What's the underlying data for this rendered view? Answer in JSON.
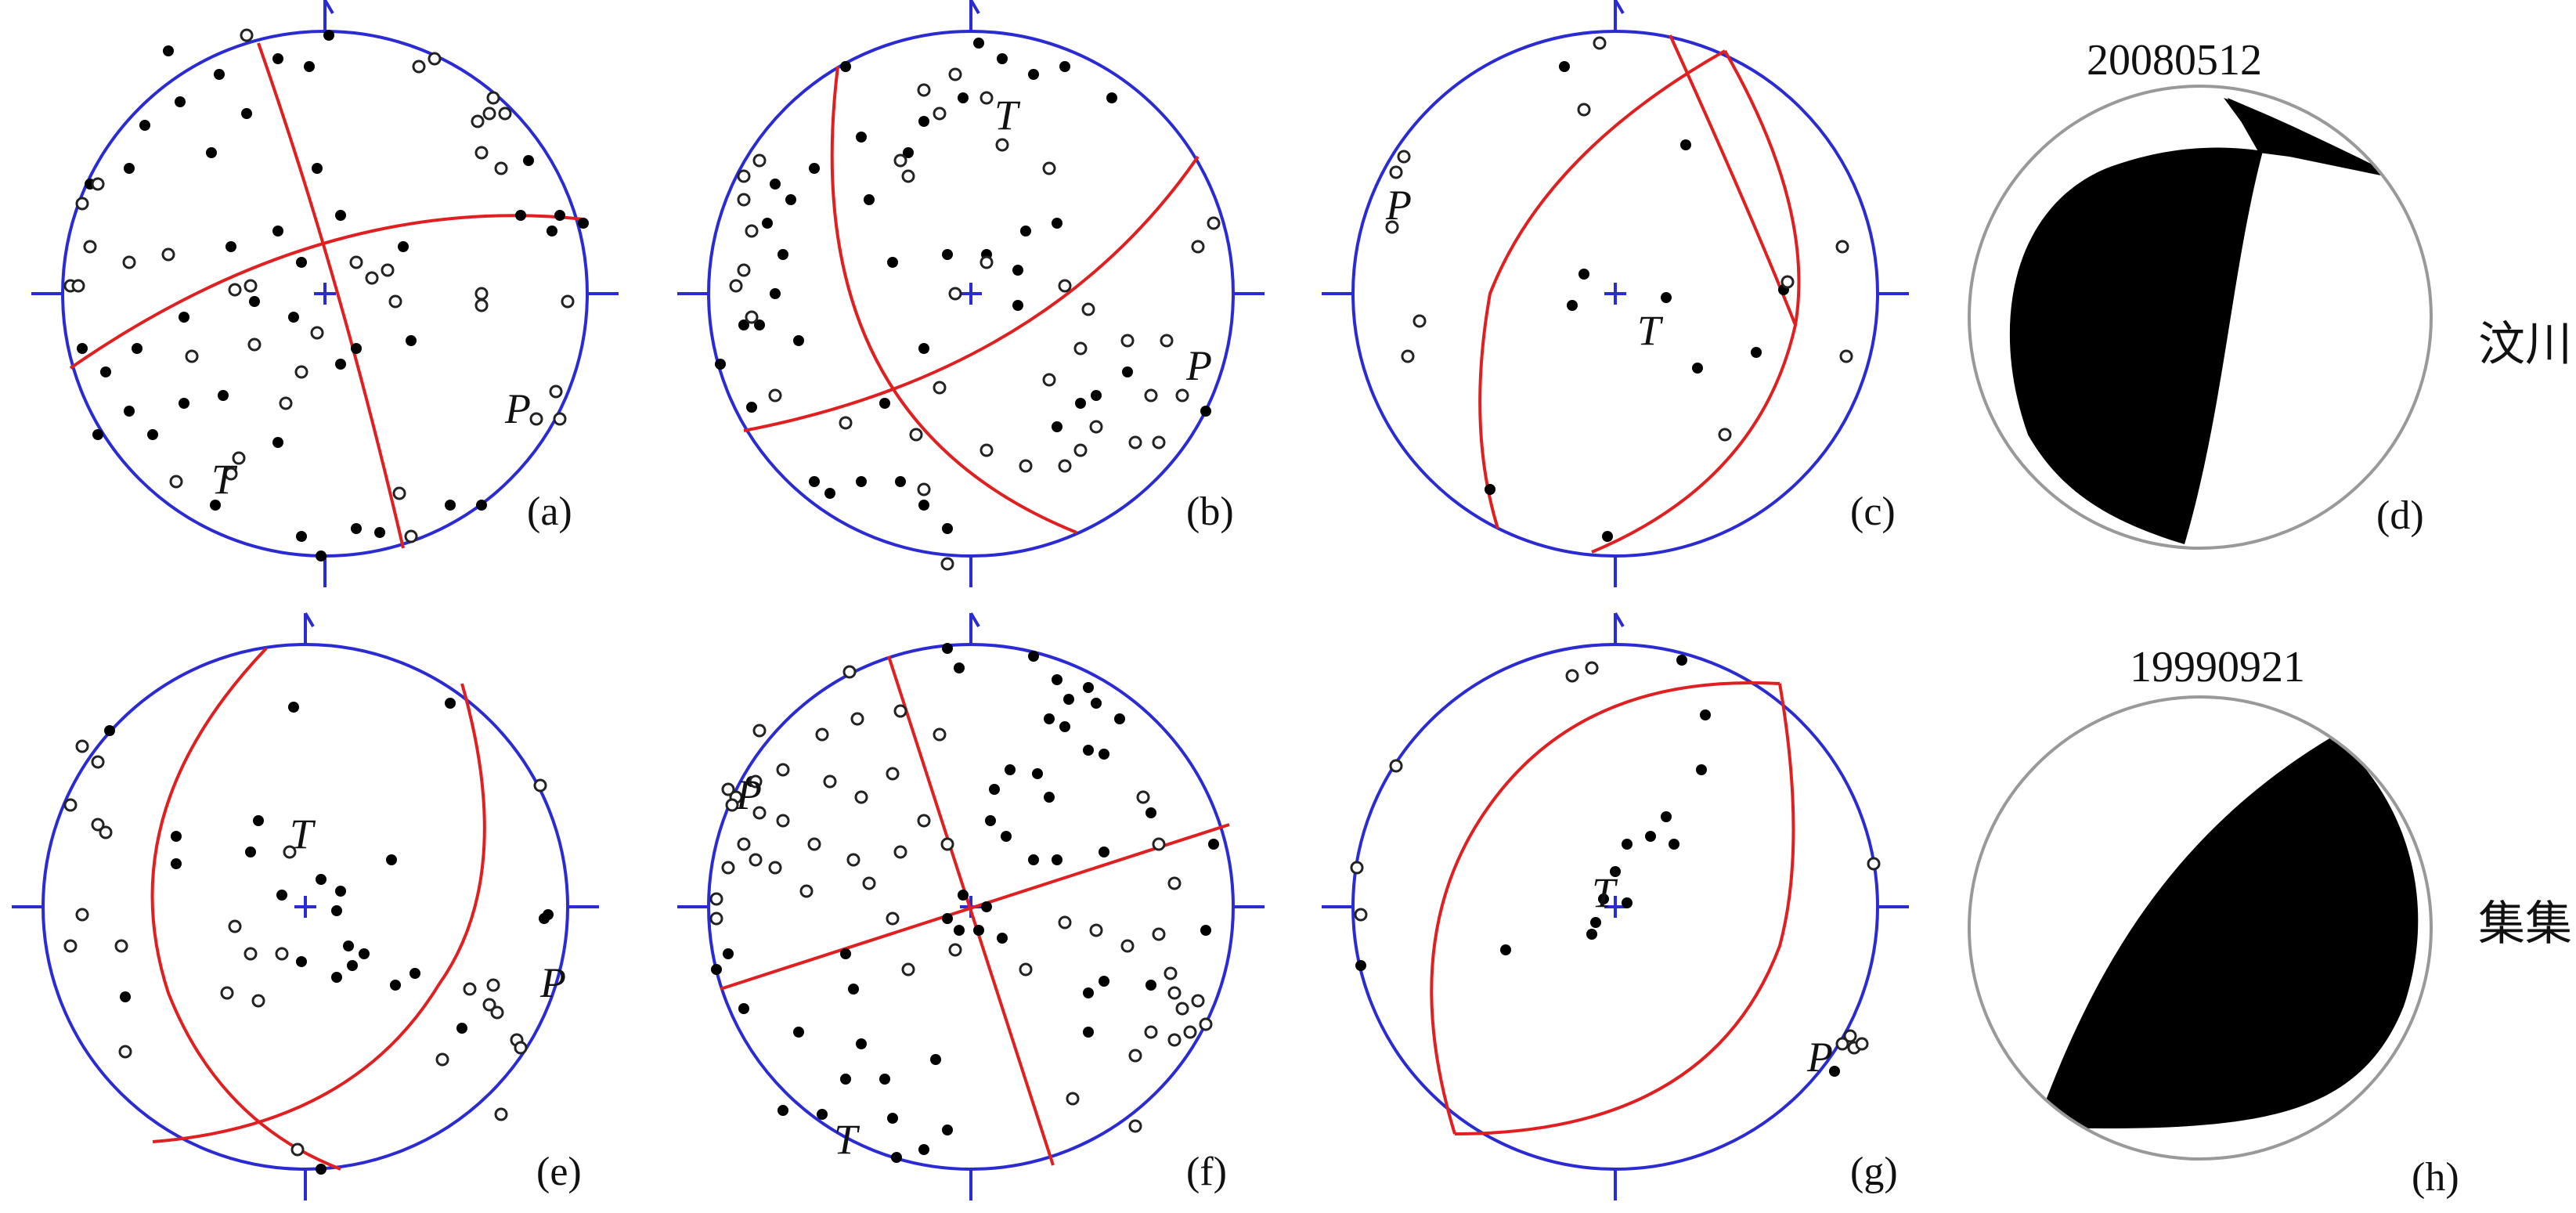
{
  "colors": {
    "net": "#2b2bd4",
    "plane": "#e02020",
    "beachball_outline": "#999999",
    "compression": "#000000",
    "dilatation_fill": "#ffffff",
    "dot": "#000000"
  },
  "panels": [
    {
      "id": "a",
      "label": "(a)",
      "P_label": "P",
      "T_label": "T",
      "north_label": "N"
    },
    {
      "id": "b",
      "label": "(b)",
      "P_label": "P",
      "T_label": "T",
      "north_label": "N"
    },
    {
      "id": "c",
      "label": "(c)",
      "P_label": "P",
      "T_label": "T",
      "north_label": "N"
    },
    {
      "id": "d",
      "label": "(d)",
      "date": "20080512",
      "region": "汶川"
    },
    {
      "id": "e",
      "label": "(e)",
      "P_label": "P",
      "T_label": "T",
      "north_label": "N"
    },
    {
      "id": "f",
      "label": "(f)",
      "P_label": "P",
      "T_label": "T",
      "north_label": "N"
    },
    {
      "id": "g",
      "label": "(g)",
      "P_label": "P",
      "T_label": "T",
      "north_label": "N"
    },
    {
      "id": "h",
      "label": "(h)",
      "date": "19990921",
      "region": "集集"
    }
  ],
  "icons": {
    "north": "north-tick-icon",
    "center": "center-cross-icon",
    "compression_symbol": "filled-dot-icon",
    "dilatation_symbol": "open-circle-icon"
  }
}
